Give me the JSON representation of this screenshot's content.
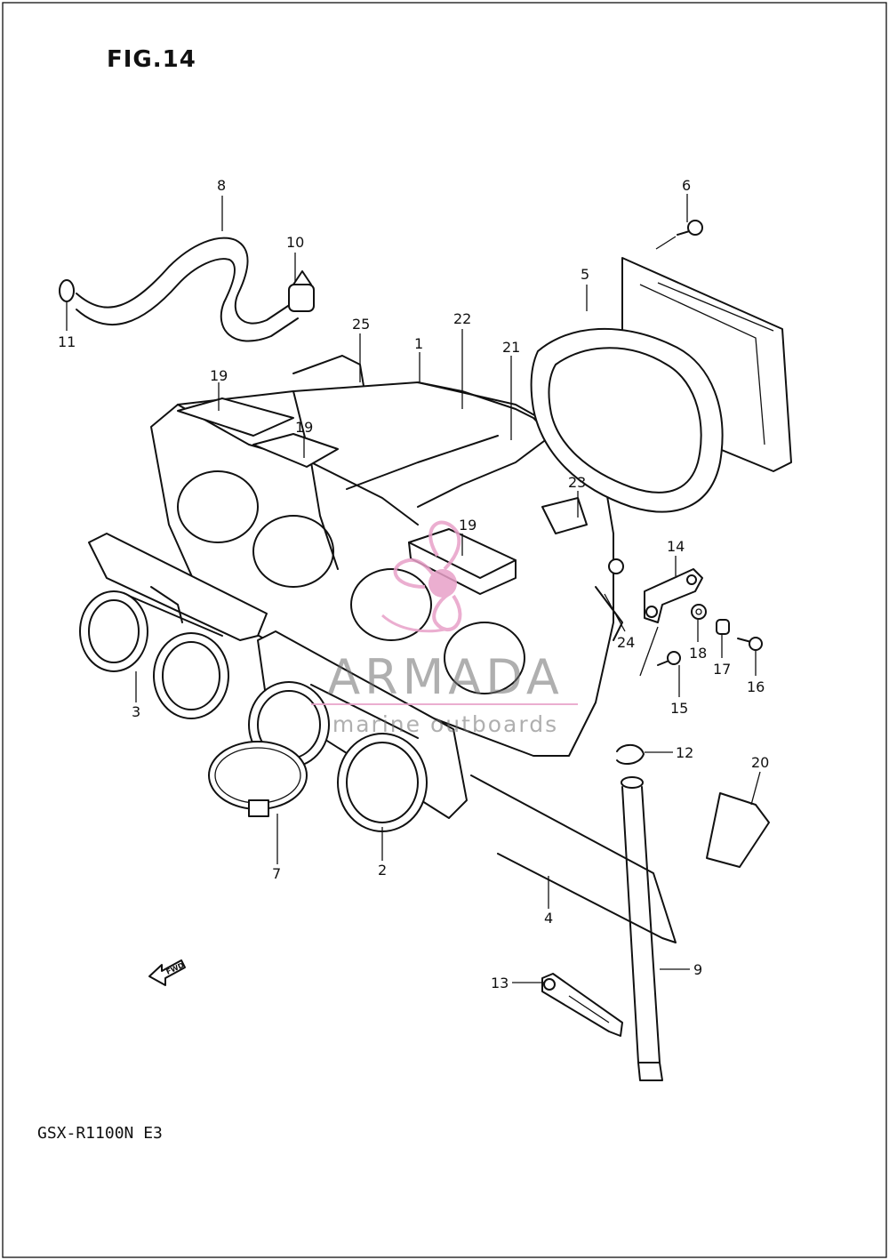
{
  "figure": {
    "title": "FIG.14",
    "model": "GSX-R1100N E3"
  },
  "watermark": {
    "brand": "ARMADA",
    "tagline": "marine outboards",
    "logo_color": "#e8a0c8",
    "text_color": "#8a8a8a"
  },
  "direction_marker": {
    "label": "FWD"
  },
  "callouts": {
    "c1": "1",
    "c2": "2",
    "c3": "3",
    "c4": "4",
    "c5": "5",
    "c6": "6",
    "c7": "7",
    "c8": "8",
    "c9": "9",
    "c10": "10",
    "c11": "11",
    "c12": "12",
    "c13": "13",
    "c14": "14",
    "c15": "15",
    "c16": "16",
    "c17": "17",
    "c18": "18",
    "c19a": "19",
    "c19b": "19",
    "c19c": "19",
    "c20": "20",
    "c21": "21",
    "c22": "22",
    "c23": "23",
    "c24": "24",
    "c25": "25"
  }
}
